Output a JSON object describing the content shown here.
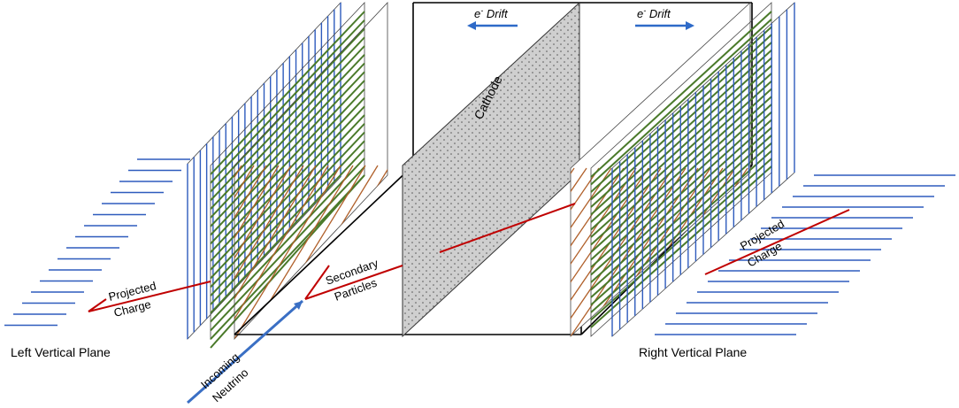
{
  "labels": {
    "left_plane": "Left Vertical Plane",
    "right_plane": "Right Vertical Plane",
    "cathode": "Cathode",
    "drift_left": "Drift",
    "drift_right": "Drift",
    "electron_symbol": "e",
    "electron_superscript": "-",
    "projected_left_1": "Projected",
    "projected_left_2": "Charge",
    "projected_right_1": "Projected",
    "projected_right_2": "Charge",
    "secondary_1": "Secondary",
    "secondary_2": "Particles",
    "incoming_1": "Incoming",
    "incoming_2": "Neutrino"
  },
  "colors": {
    "blue_wire": "#2e5bbd",
    "green_wire": "#4a7a2a",
    "brown_wire": "#b0602a",
    "track_red": "#c00000",
    "neutrino_blue": "#3a6fc4",
    "cathode_fill": "#c8c8c8",
    "outline": "#000000"
  }
}
